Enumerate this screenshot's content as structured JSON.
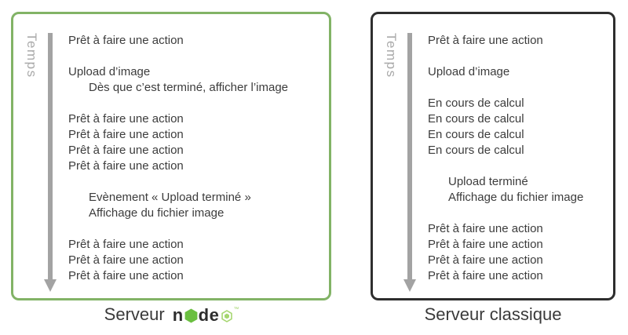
{
  "diagram": {
    "colors": {
      "node_border": "#82b366",
      "classic_border": "#2e2e2e",
      "text": "#3c3c3c",
      "time_gray": "#a3a3a3",
      "node_hex_green": "#6abf40",
      "node_mark_green": "#a5d66f"
    },
    "panels": {
      "node": {
        "time_label": "Temps",
        "border_color": "#82b366",
        "lines": [
          {
            "text": "Prêt à faire une action",
            "indent": false
          },
          {
            "text": "",
            "indent": false
          },
          {
            "text": "Upload d’image",
            "indent": false
          },
          {
            "text": "Dès que c’est terminé, afficher l’image",
            "indent": true
          },
          {
            "text": "",
            "indent": false
          },
          {
            "text": "Prêt à faire une action",
            "indent": false
          },
          {
            "text": "Prêt à faire une action",
            "indent": false
          },
          {
            "text": "Prêt à faire une action",
            "indent": false
          },
          {
            "text": "Prêt à faire une action",
            "indent": false
          },
          {
            "text": "",
            "indent": false
          },
          {
            "text": "Evènement « Upload terminé »",
            "indent": true
          },
          {
            "text": "Affichage du fichier image",
            "indent": true
          },
          {
            "text": "",
            "indent": false
          },
          {
            "text": "Prêt à faire une action",
            "indent": false
          },
          {
            "text": "Prêt à faire une action",
            "indent": false
          },
          {
            "text": "Prêt à faire une action",
            "indent": false
          }
        ],
        "caption_prefix": "Serveur",
        "logo": {
          "letter_n": "n",
          "letters_de": "de",
          "trademark": "™"
        }
      },
      "classic": {
        "time_label": "Temps",
        "border_color": "#2e2e2e",
        "lines": [
          {
            "text": "Prêt à faire une action",
            "indent": false
          },
          {
            "text": "",
            "indent": false
          },
          {
            "text": "Upload d’image",
            "indent": false
          },
          {
            "text": "",
            "indent": false
          },
          {
            "text": "En cours de calcul",
            "indent": false
          },
          {
            "text": "En cours de calcul",
            "indent": false
          },
          {
            "text": "En cours de calcul",
            "indent": false
          },
          {
            "text": "En cours de calcul",
            "indent": false
          },
          {
            "text": "",
            "indent": false
          },
          {
            "text": "Upload terminé",
            "indent": true
          },
          {
            "text": "Affichage du fichier image",
            "indent": true
          },
          {
            "text": "",
            "indent": false
          },
          {
            "text": "Prêt à faire une action",
            "indent": false
          },
          {
            "text": "Prêt à faire une action",
            "indent": false
          },
          {
            "text": "Prêt à faire une action",
            "indent": false
          },
          {
            "text": "Prêt à faire une action",
            "indent": false
          }
        ],
        "caption": "Serveur classique"
      }
    }
  }
}
